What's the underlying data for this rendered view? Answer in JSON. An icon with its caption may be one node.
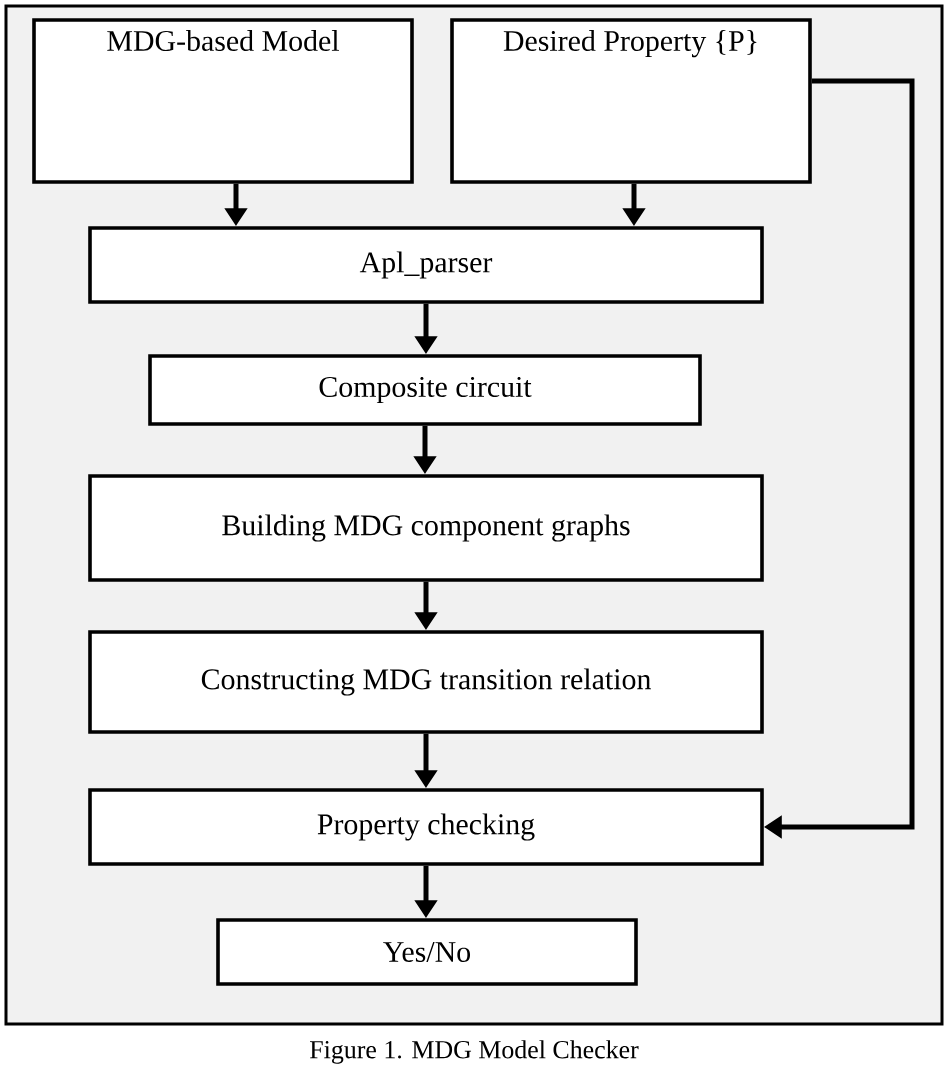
{
  "diagram": {
    "caption": "Figure 1.    MDG Model Checker",
    "nodes": [
      {
        "text": [
          "MDG-based Model"
        ]
      },
      {
        "text": [
          "Desired Property {P}"
        ]
      },
      {
        "text": [
          "Apl_parser"
        ]
      },
      {
        "text": [
          "Composite circuit"
        ]
      },
      {
        "text": [
          "Building MDG component graphs"
        ]
      },
      {
        "text": [
          "Constructing MDG transition relation"
        ]
      },
      {
        "text": [
          "Property checking"
        ]
      },
      {
        "text": [
          "Yes/No"
        ]
      }
    ],
    "edges": [
      {
        "from": 0,
        "to": 2,
        "arrow": "to"
      },
      {
        "from": 1,
        "to": 2,
        "arrow": "to"
      },
      {
        "from": 2,
        "to": 3,
        "arrow": "to"
      },
      {
        "from": 3,
        "to": 4,
        "arrow": "to"
      },
      {
        "from": 4,
        "to": 5,
        "arrow": "to"
      },
      {
        "from": 5,
        "to": 6,
        "arrow": "to"
      },
      {
        "from": 1,
        "to": 6,
        "arrow": "to"
      },
      {
        "from": 6,
        "to": 7,
        "arrow": "to"
      }
    ]
  }
}
